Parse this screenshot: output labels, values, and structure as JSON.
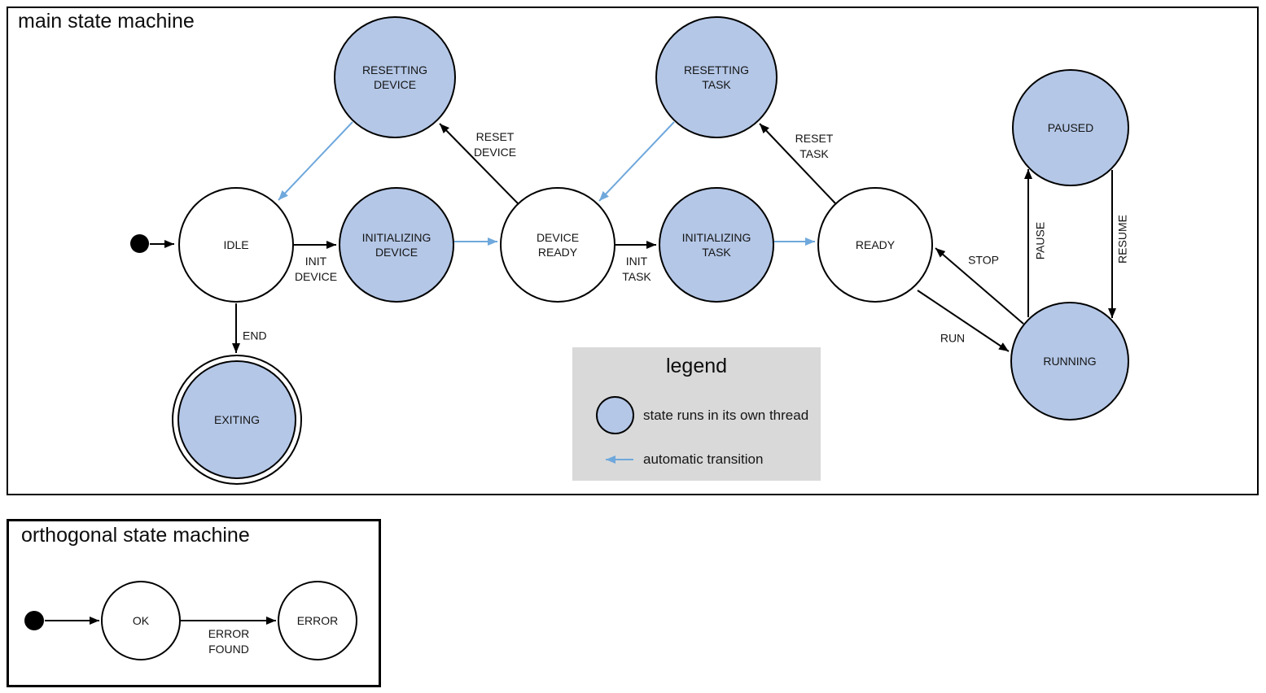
{
  "colors": {
    "threaded_state_fill": "#b4c7e7",
    "auto_transition_blue": "#6fa8dc",
    "legend_bg": "#d9d9d9",
    "outline": "#000000"
  },
  "main_machine": {
    "title": "main state machine",
    "states": {
      "idle": {
        "lines": [
          "IDLE"
        ],
        "threaded": false
      },
      "initializing_device": {
        "lines": [
          "INITIALIZING",
          "DEVICE"
        ],
        "threaded": true
      },
      "device_ready": {
        "lines": [
          "DEVICE",
          "READY"
        ],
        "threaded": false
      },
      "initializing_task": {
        "lines": [
          "INITIALIZING",
          "TASK"
        ],
        "threaded": true
      },
      "ready": {
        "lines": [
          "READY"
        ],
        "threaded": false
      },
      "resetting_device": {
        "lines": [
          "RESETTING",
          "DEVICE"
        ],
        "threaded": true
      },
      "resetting_task": {
        "lines": [
          "RESETTING",
          "TASK"
        ],
        "threaded": true
      },
      "paused": {
        "lines": [
          "PAUSED"
        ],
        "threaded": true
      },
      "running": {
        "lines": [
          "RUNNING"
        ],
        "threaded": true
      },
      "exiting": {
        "lines": [
          "EXITING"
        ],
        "threaded": true,
        "final": true
      }
    },
    "transitions": {
      "init_device": {
        "lines": [
          "INIT",
          "DEVICE"
        ]
      },
      "init_task": {
        "lines": [
          "INIT",
          "TASK"
        ]
      },
      "reset_device": {
        "lines": [
          "RESET",
          "DEVICE"
        ]
      },
      "reset_task": {
        "lines": [
          "RESET",
          "TASK"
        ]
      },
      "end": {
        "label": "END"
      },
      "run": {
        "label": "RUN"
      },
      "stop": {
        "label": "STOP"
      },
      "pause": {
        "label": "PAUSE"
      },
      "resume": {
        "label": "RESUME"
      }
    }
  },
  "legend": {
    "title": "legend",
    "threaded_state_label": "state runs in its own thread",
    "auto_transition_label": "automatic transition"
  },
  "orthogonal_machine": {
    "title": "orthogonal state machine",
    "states": {
      "ok": {
        "label": "OK"
      },
      "error": {
        "label": "ERROR"
      }
    },
    "transitions": {
      "error_found": {
        "lines": [
          "ERROR",
          "FOUND"
        ]
      }
    }
  }
}
